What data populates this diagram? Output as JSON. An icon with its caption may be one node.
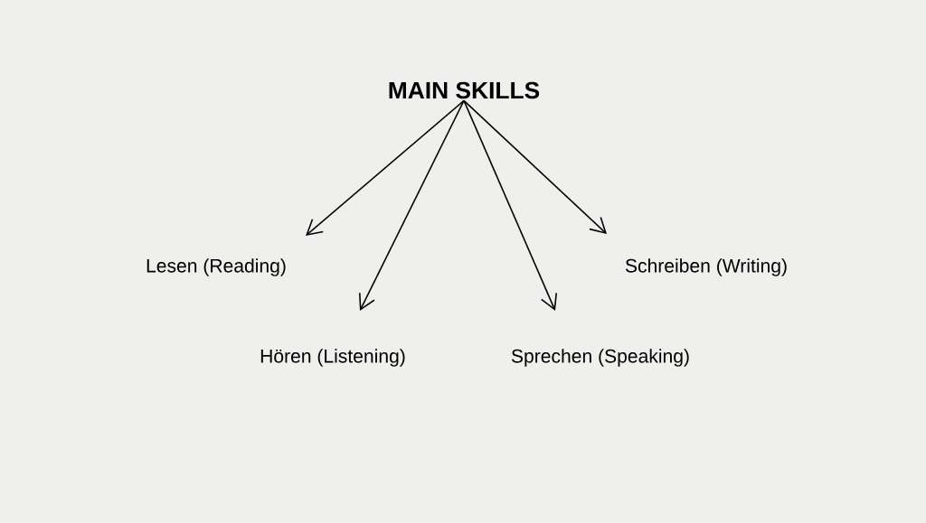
{
  "diagram": {
    "nodes": [
      {
        "text": [
          "MAIN SKILLS"
        ]
      },
      {
        "text": [
          "Lesen (Reading)"
        ]
      },
      {
        "text": [
          "Hören (Listening)"
        ]
      },
      {
        "text": [
          "Sprechen (Speaking)"
        ]
      },
      {
        "text": [
          "Schreiben (Writing)"
        ]
      }
    ],
    "edges": [
      {
        "from": 0,
        "to": 1,
        "arrow": "to"
      },
      {
        "from": 0,
        "to": 2,
        "arrow": "to"
      },
      {
        "from": 0,
        "to": 3,
        "arrow": "to"
      },
      {
        "from": 0,
        "to": 4,
        "arrow": "to"
      }
    ]
  }
}
